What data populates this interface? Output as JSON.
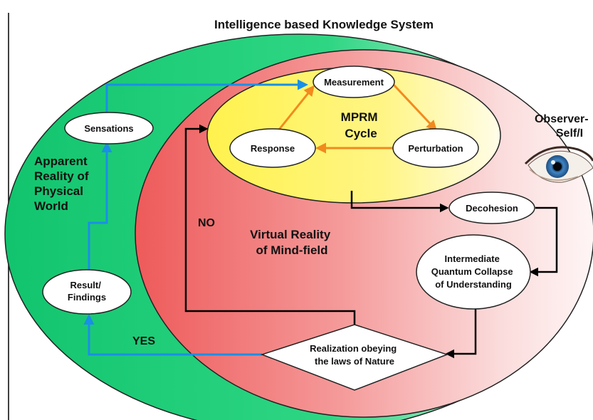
{
  "title": "Intelligence based Knowledge System",
  "regions": {
    "outer": "Apparent Reality of Physical World",
    "outer_lines": [
      "Apparent",
      "Reality of",
      "Physical",
      "World"
    ],
    "inner_lines": [
      "Virtual Reality",
      "of Mind-field"
    ],
    "cycle_lines": [
      "MPRM",
      "Cycle"
    ],
    "observer_lines": [
      "Observer-",
      "Self/I"
    ]
  },
  "nodes": {
    "measurement": "Measurement",
    "perturbation": "Perturbation",
    "response": "Response",
    "sensations": "Sensations",
    "decohesion": "Decohesion",
    "result_lines": [
      "Result/",
      "Findings"
    ],
    "collapse_lines": [
      "Intermediate",
      "Quantum Collapse",
      "of Understanding"
    ],
    "realization_lines": [
      "Realization obeying",
      "the laws of Nature"
    ]
  },
  "edge_labels": {
    "no": "NO",
    "yes": "YES"
  },
  "colors": {
    "outer_green": "#1fcf7a",
    "inner_red": "#f06b6b",
    "cycle_yellow": "#fff56a",
    "blue_arrow": "#1a8fe6",
    "orange_arrow": "#f28a1e",
    "black_arrow": "#000000"
  },
  "icons": {
    "eye": "eye-icon"
  }
}
